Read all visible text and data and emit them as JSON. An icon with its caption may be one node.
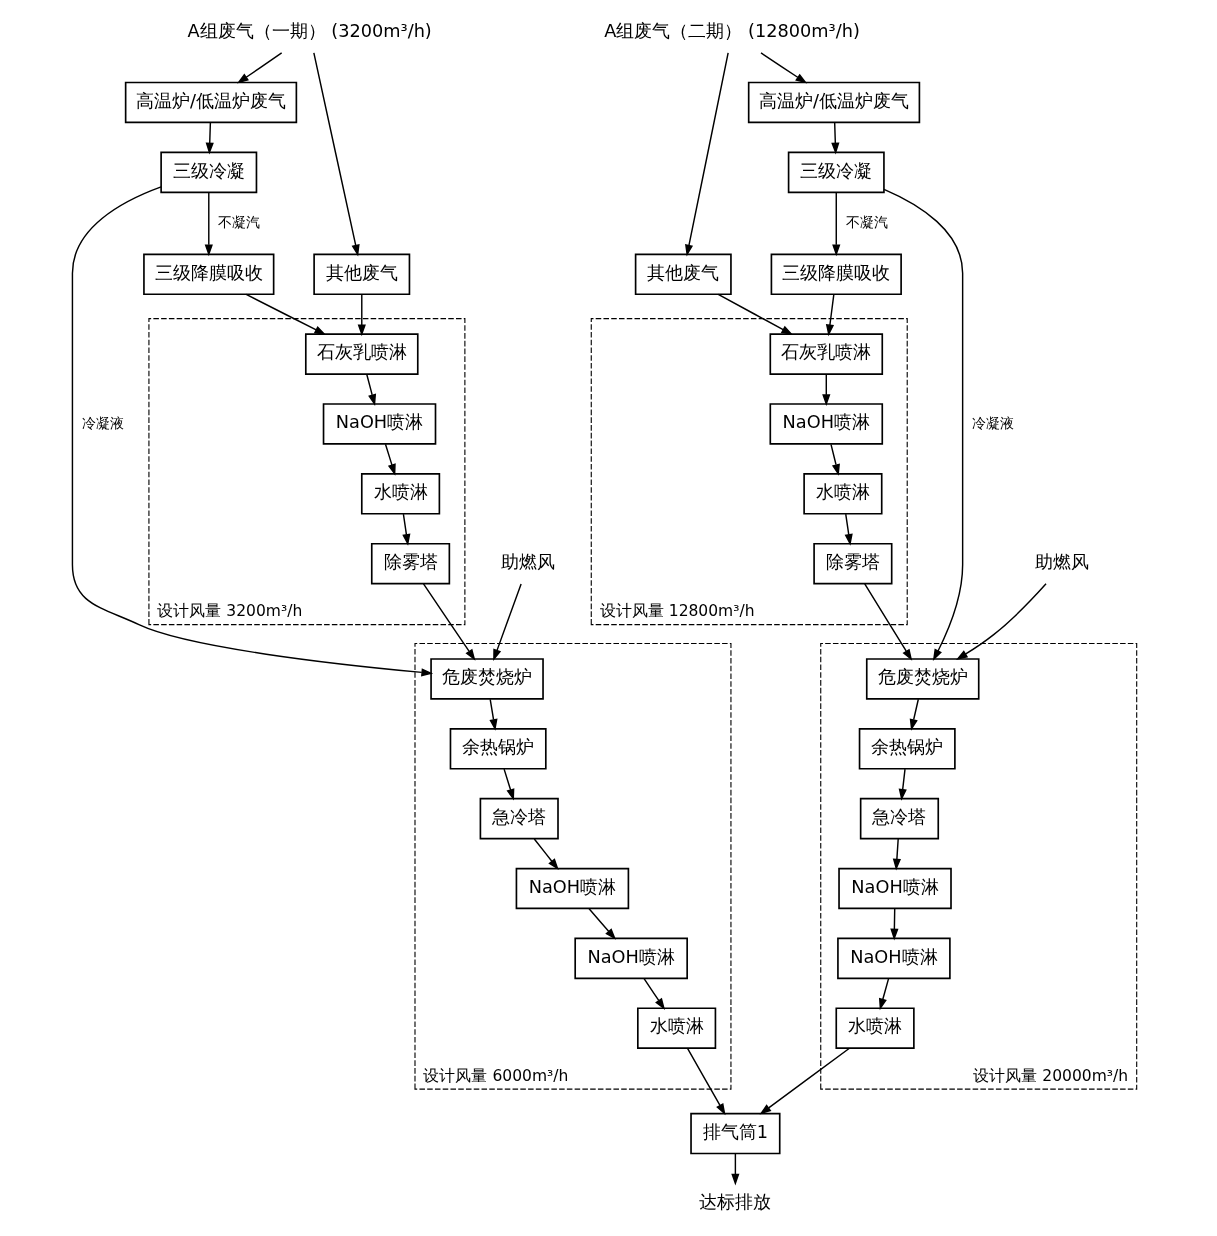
{
  "diagram": {
    "nodes": [
      {
        "text": [
          "A组废气（一期） (3200m³/h)"
        ]
      },
      {
        "text": [
          "A组废气（二期） (12800m³/h)"
        ]
      },
      {
        "text": [
          "高温炉/低温炉废气"
        ]
      },
      {
        "text": [
          "其他废气"
        ]
      },
      {
        "text": [
          "其他废气"
        ]
      },
      {
        "text": [
          "高温炉/低温炉废气"
        ]
      },
      {
        "text": [
          "三级冷凝"
        ]
      },
      {
        "text": [
          "三级冷凝"
        ]
      },
      {
        "text": [
          "三级降膜吸收"
        ]
      },
      {
        "text": [
          "三级降膜吸收"
        ]
      },
      {
        "text": [
          "设计风量 3200m³/h"
        ]
      },
      {
        "text": [
          "石灰乳喷淋"
        ],
        "in": 10
      },
      {
        "text": [
          "NaOH喷淋"
        ],
        "in": 10
      },
      {
        "text": [
          "水喷淋"
        ],
        "in": 10
      },
      {
        "text": [
          "除雾塔"
        ],
        "in": 10
      },
      {
        "text": [
          "设计风量 12800m³/h"
        ]
      },
      {
        "text": [
          "石灰乳喷淋"
        ],
        "in": 15
      },
      {
        "text": [
          "NaOH喷淋"
        ],
        "in": 15
      },
      {
        "text": [
          "水喷淋"
        ],
        "in": 15
      },
      {
        "text": [
          "除雾塔"
        ],
        "in": 15
      },
      {
        "text": [
          "助燃风"
        ]
      },
      {
        "text": [
          "助燃风"
        ]
      },
      {
        "text": [
          "设计风量 6000m³/h"
        ]
      },
      {
        "text": [
          "危废焚烧炉"
        ],
        "in": 22
      },
      {
        "text": [
          "余热锅炉"
        ],
        "in": 22
      },
      {
        "text": [
          "急冷塔"
        ],
        "in": 22
      },
      {
        "text": [
          "NaOH喷淋"
        ],
        "in": 22
      },
      {
        "text": [
          "NaOH喷淋"
        ],
        "in": 22
      },
      {
        "text": [
          "水喷淋"
        ],
        "in": 22
      },
      {
        "text": [
          "设计风量 20000m³/h"
        ]
      },
      {
        "text": [
          "危废焚烧炉"
        ],
        "in": 29
      },
      {
        "text": [
          "余热锅炉"
        ],
        "in": 29
      },
      {
        "text": [
          "急冷塔"
        ],
        "in": 29
      },
      {
        "text": [
          "NaOH喷淋"
        ],
        "in": 29
      },
      {
        "text": [
          "NaOH喷淋"
        ],
        "in": 29
      },
      {
        "text": [
          "水喷淋"
        ],
        "in": 29
      },
      {
        "text": [
          "排气筒1"
        ]
      },
      {
        "text": [
          "达标排放"
        ]
      }
    ],
    "edges": [
      {
        "from": 0,
        "to": 2,
        "arrow": "to"
      },
      {
        "from": 0,
        "to": 3,
        "arrow": "to"
      },
      {
        "from": 1,
        "to": 4,
        "arrow": "to"
      },
      {
        "from": 1,
        "to": 5,
        "arrow": "to"
      },
      {
        "from": 2,
        "to": 6,
        "arrow": "to"
      },
      {
        "from": 6,
        "to": 8,
        "arrow": "to",
        "label": "不凝汽"
      },
      {
        "from": 8,
        "to": 11,
        "arrow": "to"
      },
      {
        "from": 3,
        "to": 11,
        "arrow": "to"
      },
      {
        "from": 6,
        "to": 23,
        "arrow": "to",
        "label": "冷凝液"
      },
      {
        "from": 11,
        "to": 12,
        "arrow": "to"
      },
      {
        "from": 12,
        "to": 13,
        "arrow": "to"
      },
      {
        "from": 13,
        "to": 14,
        "arrow": "to"
      },
      {
        "from": 14,
        "to": 23,
        "arrow": "to"
      },
      {
        "from": 20,
        "to": 23,
        "arrow": "to"
      },
      {
        "from": 23,
        "to": 24,
        "arrow": "to"
      },
      {
        "from": 24,
        "to": 25,
        "arrow": "to"
      },
      {
        "from": 25,
        "to": 26,
        "arrow": "to"
      },
      {
        "from": 26,
        "to": 27,
        "arrow": "to"
      },
      {
        "from": 27,
        "to": 28,
        "arrow": "to"
      },
      {
        "from": 28,
        "to": 36,
        "arrow": "to"
      },
      {
        "from": 5,
        "to": 7,
        "arrow": "to"
      },
      {
        "from": 7,
        "to": 9,
        "arrow": "to",
        "label": "不凝汽"
      },
      {
        "from": 9,
        "to": 16,
        "arrow": "to"
      },
      {
        "from": 4,
        "to": 16,
        "arrow": "to"
      },
      {
        "from": 7,
        "to": 30,
        "arrow": "to",
        "label": "冷凝液"
      },
      {
        "from": 16,
        "to": 17,
        "arrow": "to"
      },
      {
        "from": 17,
        "to": 18,
        "arrow": "to"
      },
      {
        "from": 18,
        "to": 19,
        "arrow": "to"
      },
      {
        "from": 19,
        "to": 30,
        "arrow": "to"
      },
      {
        "from": 21,
        "to": 30,
        "arrow": "to"
      },
      {
        "from": 30,
        "to": 31,
        "arrow": "to"
      },
      {
        "from": 31,
        "to": 32,
        "arrow": "to"
      },
      {
        "from": 32,
        "to": 33,
        "arrow": "to"
      },
      {
        "from": 33,
        "to": 34,
        "arrow": "to"
      },
      {
        "from": 34,
        "to": 35,
        "arrow": "to"
      },
      {
        "from": 35,
        "to": 36,
        "arrow": "to"
      },
      {
        "from": 36,
        "to": 37,
        "arrow": "to"
      }
    ]
  }
}
